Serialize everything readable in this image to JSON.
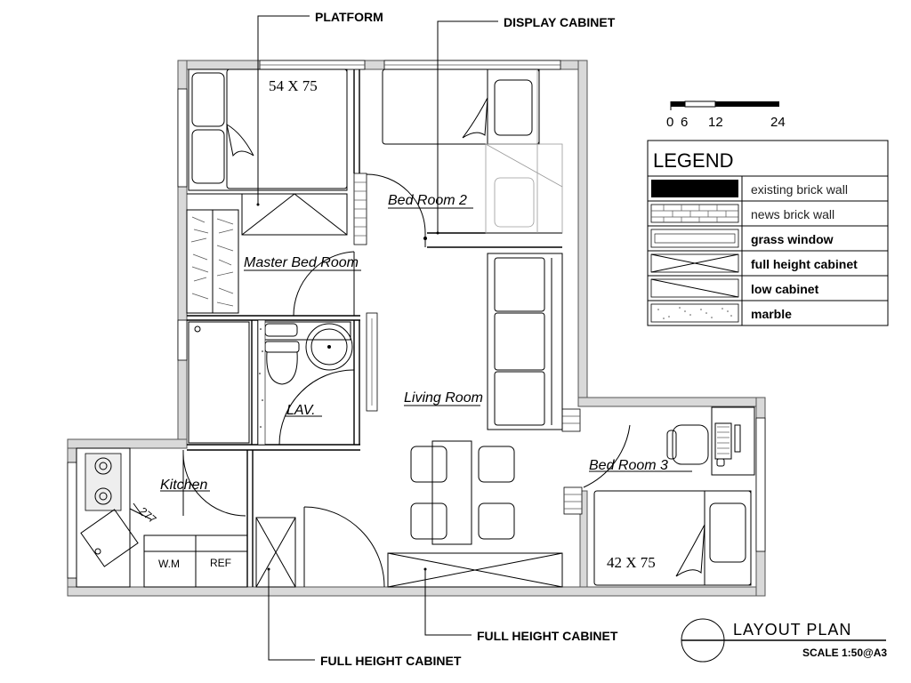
{
  "callouts": {
    "platform": "PLATFORM",
    "display_cabinet": "DISPLAY CABINET",
    "full_height_cabinet_center": "FULL HEIGHT CABINET",
    "full_height_cabinet_left": "FULL HEIGHT CABINET"
  },
  "rooms": {
    "bed_room_2": "Bed Room 2",
    "master_bed_room": "Master Bed Room",
    "living_room": "Living Room",
    "lav": "LAV.",
    "kitchen": "Kitchen",
    "bed_room_3": "Bed Room 3"
  },
  "dimensions": {
    "master_bed": "54 X 75",
    "bed_3": "42 X 75",
    "sink_size": "277"
  },
  "appliances": {
    "washing_machine": "W.M",
    "refrigerator": "REF"
  },
  "scale_bar": {
    "ticks": [
      "0",
      "6",
      "12",
      "24"
    ]
  },
  "legend": {
    "title": "LEGEND",
    "items": [
      {
        "label": "existing brick wall",
        "swatch": "solid"
      },
      {
        "label": "news brick wall",
        "swatch": "brick"
      },
      {
        "label": "grass window",
        "swatch": "window"
      },
      {
        "label": "full height cabinet",
        "swatch": "cross"
      },
      {
        "label": "low cabinet",
        "swatch": "diag"
      },
      {
        "label": "marble",
        "swatch": "marble"
      }
    ]
  },
  "title_block": {
    "title": "LAYOUT   PLAN",
    "scale": "SCALE  1:50@A3"
  },
  "colors": {
    "ink": "#000000",
    "wall_fill": "#d9d9d9",
    "paper": "#ffffff"
  }
}
